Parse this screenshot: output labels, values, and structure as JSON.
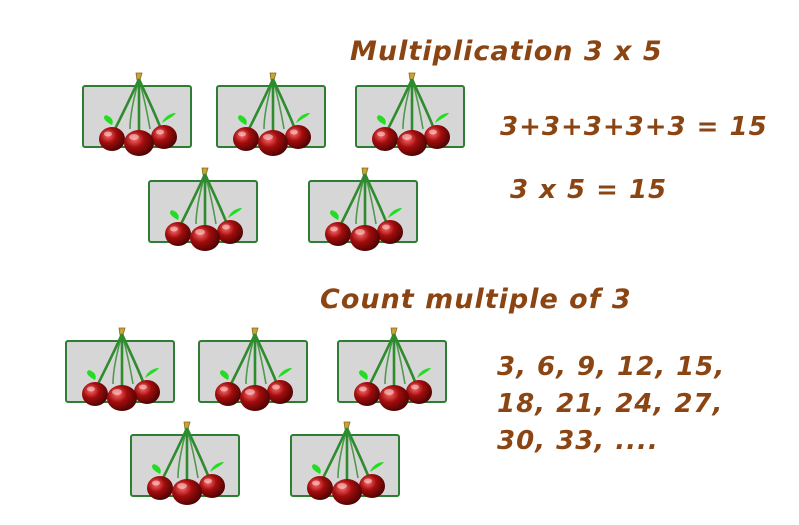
{
  "section1": {
    "title": "Multiplication 3 x 5",
    "addition": "3+3+3+3+3 = 15",
    "product": "3 x 5 = 15",
    "card_count": 5
  },
  "section2": {
    "title": "Count multiple of 3",
    "lines": [
      "3, 6, 9, 12, 15,",
      "18, 21, 24, 27,",
      "30, 33, ...."
    ],
    "card_count": 5
  },
  "colors": {
    "text": "#8b4513",
    "card_bg": "#d6d6d6",
    "card_border": "#2e7d32",
    "cherry": "#a30d0d",
    "stem": "#2e8b2e",
    "leaf": "#22dd22"
  },
  "icons": {
    "cherry": "cherry-bunch-icon"
  }
}
